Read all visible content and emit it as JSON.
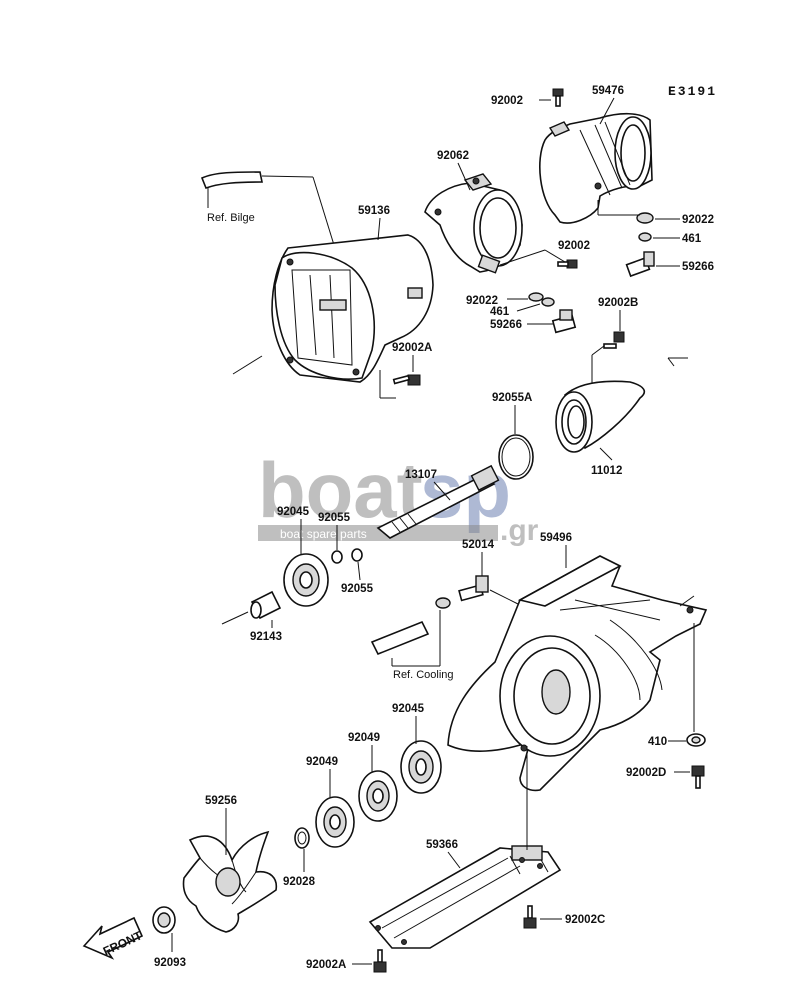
{
  "diagram": {
    "code": "E3191",
    "front_label": "FRONT",
    "ref_bilge": "Ref. Bilge",
    "ref_cooling": "Ref. Cooling",
    "parts": {
      "p92002_top": "92002",
      "p59476": "59476",
      "p92062": "92062",
      "p92022_r": "92022",
      "p461_r": "461",
      "p59266_r": "59266",
      "p92002_mid": "92002",
      "p92022_m": "92022",
      "p461_m": "461",
      "p59266_m": "59266",
      "p59136": "59136",
      "p92002A_top": "92002A",
      "p92002B": "92002B",
      "p92055A": "92055A",
      "p11012": "11012",
      "p13107": "13107",
      "p92045_top": "92045",
      "p92055_a": "92055",
      "p92055_b": "92055",
      "p52014": "52014",
      "p59496": "59496",
      "p92143": "92143",
      "p410": "410",
      "p92002D": "92002D",
      "p92045_low": "92045",
      "p92049_a": "92049",
      "p92049_b": "92049",
      "p59256": "59256",
      "p92028": "92028",
      "p59366": "59366",
      "p92002C": "92002C",
      "p92093": "92093",
      "p92002A_bot": "92002A"
    }
  },
  "watermark": {
    "brand_a": "boat",
    "brand_b": "sp",
    "suffix": ".gr",
    "tagline": "boat spare parts"
  }
}
